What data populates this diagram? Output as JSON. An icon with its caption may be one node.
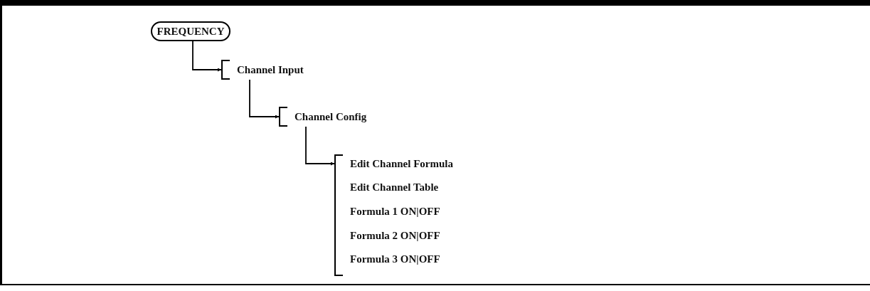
{
  "diagram": {
    "nodes": [
      {
        "text": [
          "FREQUENCY"
        ]
      },
      {
        "text": [
          "Channel Input"
        ]
      },
      {
        "text": [
          "Channel Config"
        ]
      },
      {
        "text": [
          "Edit Channel Formula",
          "Edit Channel Table",
          "Formula 1 ON|OFF",
          "Formula 2 ON|OFF",
          "Formula 3 ON|OFF"
        ]
      }
    ],
    "edges": [
      {
        "from": 0,
        "to": 1,
        "arrow": "to"
      },
      {
        "from": 1,
        "to": 2,
        "arrow": "to"
      },
      {
        "from": 2,
        "to": 3,
        "arrow": "to"
      }
    ]
  }
}
